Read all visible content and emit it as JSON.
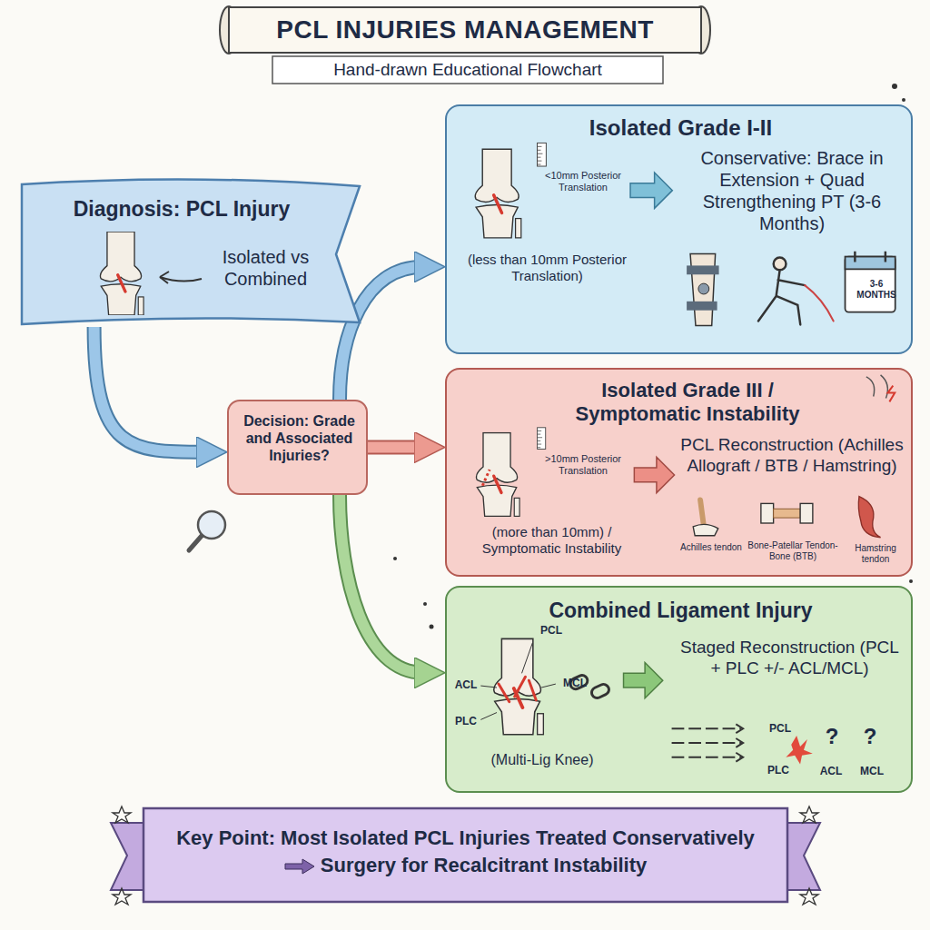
{
  "diagram": {
    "title": "PCL INJURIES MANAGEMENT",
    "nodes": [
      {
        "text": [
          "Diagnosis: PCL Injury",
          "Isolated vs Combined"
        ]
      },
      {
        "text": [
          "Decision: Grade and Associated Injuries?"
        ]
      },
      {
        "text": [
          "Isolated Grade I-II",
          "(less than 10mm Posterior Translation)",
          "Conservative: Brace in Extension + Quad Strengthening PT (3-6 Months)"
        ]
      },
      {
        "text": [
          "Isolated Grade III / Symptomatic Instability",
          "(more than 10mm) / Symptomatic Instability",
          "PCL Reconstruction (Achilles Allograft / BTB / Hamstring)"
        ]
      },
      {
        "text": [
          "Combined Ligament Injury",
          "(Multi-Lig Knee)",
          "Staged Reconstruction (PCL + PLC +/- ACL/MCL)"
        ]
      },
      {
        "text": [
          "Key Point: Most Isolated PCL Injuries Treated Conservatively",
          "Surgery for Recalcitrant Instability"
        ]
      }
    ],
    "edges": [
      {
        "from": 0,
        "to": 1,
        "arrow": "to"
      },
      {
        "from": 1,
        "to": 2,
        "arrow": "to"
      },
      {
        "from": 1,
        "to": 3,
        "arrow": "to"
      },
      {
        "from": 1,
        "to": 4,
        "arrow": "to"
      }
    ],
    "labels": [
      "Hand-drawn Educational Flowchart",
      "<10mm Posterior Translation",
      "3-6 MONTHS",
      ">10mm Posterior Translation",
      "Achilles tendon",
      "Bone-Patellar Tendon-Bone (BTB)",
      "Hamstring tendon",
      "PCL",
      "ACL",
      "MCL",
      "PLC",
      "PCL",
      "PLC",
      "?",
      "ACL",
      "?",
      "MCL"
    ]
  }
}
